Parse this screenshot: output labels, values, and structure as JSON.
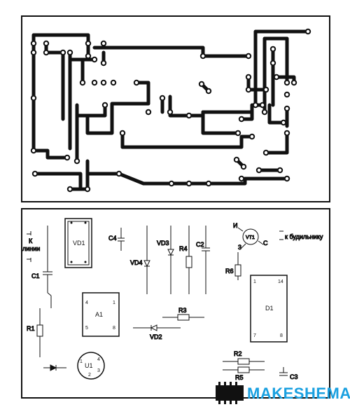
{
  "pcb_labels": {},
  "components": {
    "vd1": "VD1",
    "c4": "C4",
    "vd3": "VD3",
    "r4": "R4",
    "c2": "C2",
    "vt1": "VT1",
    "vt1_pin_i": "И",
    "vt1_pin_3": "3",
    "vt1_pin_c": "С",
    "to_alarm": "к будильнику",
    "line_k": "К",
    "line_linii": "линии",
    "c1": "C1",
    "vd4": "VD4",
    "r6": "R6",
    "a1": "A1",
    "a1_pin4": "4",
    "a1_pin1": "1",
    "a1_pin5": "5",
    "a1_pin8": "8",
    "r3": "R3",
    "d1": "D1",
    "d1_pin1": "1",
    "d1_pin14": "14",
    "d1_pin7": "7",
    "d1_pin8": "8",
    "r1": "R1",
    "vd2": "VD2",
    "u1": "U1",
    "u1_pin1": "1",
    "u1_pin2": "2",
    "u1_pin3": "3",
    "u1_pin4": "4",
    "r2": "R2",
    "r5": "R5",
    "c3": "C3"
  },
  "watermark": {
    "text": "MAKESHEMA",
    "color": "#1aa0e0"
  }
}
